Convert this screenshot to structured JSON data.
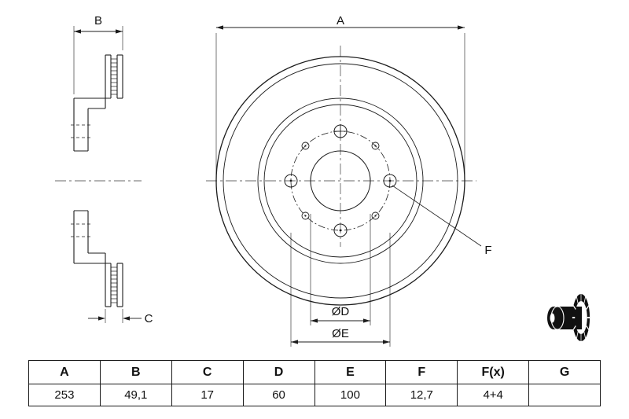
{
  "page": {
    "background": "#ffffff",
    "line_color": "#1c1c1c",
    "text_color": "#111111"
  },
  "drawing": {
    "description": "brake-disc-technical-drawing",
    "dimension_labels": {
      "a": "A",
      "b": "B",
      "c": "C",
      "d": "ØD",
      "e": "ØE",
      "f": "F"
    },
    "icons": [
      "vented-brake-disc-icon"
    ]
  },
  "table": {
    "headers": [
      "A",
      "B",
      "C",
      "D",
      "E",
      "F",
      "F(x)",
      "G"
    ],
    "values": [
      "253",
      "49,1",
      "17",
      "60",
      "100",
      "12,7",
      "4+4",
      ""
    ]
  }
}
